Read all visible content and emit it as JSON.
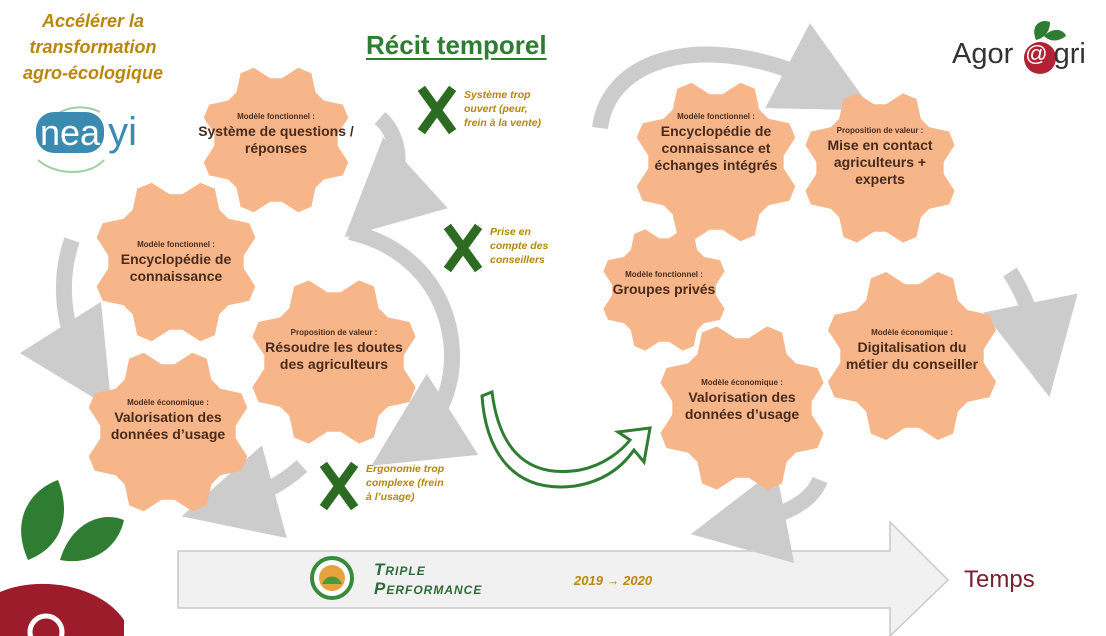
{
  "header": {
    "left_title_lines": [
      "Accélérer la",
      "transformation",
      "agro-écologique"
    ],
    "main_title": "Récit temporel",
    "brand_right_parts": [
      "Agor",
      "@",
      "gri"
    ],
    "brand_left_parts": [
      "nea",
      "yi"
    ]
  },
  "gears": [
    {
      "id": "g1",
      "category": "Modèle fonctionnel :",
      "text": "Système de questions / réponses"
    },
    {
      "id": "g2",
      "category": "Modèle fonctionnel :",
      "text": "Encyclopédie de connaissance"
    },
    {
      "id": "g3",
      "category": "Proposition de valeur :",
      "text": "Résoudre les doutes des agriculteurs"
    },
    {
      "id": "g4",
      "category": "Modèle économique :",
      "text": "Valorisation des données d’usage"
    },
    {
      "id": "g5",
      "category": "Modèle fonctionnel :",
      "text": "Encyclopédie de connaissance et échanges intégrés"
    },
    {
      "id": "g6",
      "category": "Proposition de valeur :",
      "text": "Mise en contact agriculteurs + experts"
    },
    {
      "id": "g7",
      "category": "Modèle fonctionnel :",
      "text": "Groupes privés"
    },
    {
      "id": "g8",
      "category": "Modèle économique :",
      "text": "Digitalisation du métier du conseiller"
    },
    {
      "id": "g9",
      "category": "Modèle économique :",
      "text": "Valorisation des données d’usage"
    }
  ],
  "notes": [
    {
      "id": "n1",
      "lines": [
        "Système trop",
        "ouvert (peur,",
        "frein à la vente)"
      ]
    },
    {
      "id": "n2",
      "lines": [
        "Prise en",
        "compte des",
        "conseillers"
      ]
    },
    {
      "id": "n3",
      "lines": [
        "Ergonomie trop",
        "complexe (frein",
        "à l’usage)"
      ]
    }
  ],
  "timeline": {
    "program_lines": [
      "Triple",
      "Performance"
    ],
    "years": "2019 → 2020",
    "axis_label": "Temps"
  },
  "colors": {
    "gear_fill": "#f6b68a",
    "arrow_gray": "#cccccc",
    "x_mark": "#2e6b22",
    "note_text": "#b3860b",
    "title_green": "#2e7d32",
    "temps_text": "#7a2030"
  },
  "icons": [
    "x-mark-icon",
    "curved-arrow-icon",
    "triple-performance-logo",
    "leaf-icon",
    "apple-logo"
  ]
}
